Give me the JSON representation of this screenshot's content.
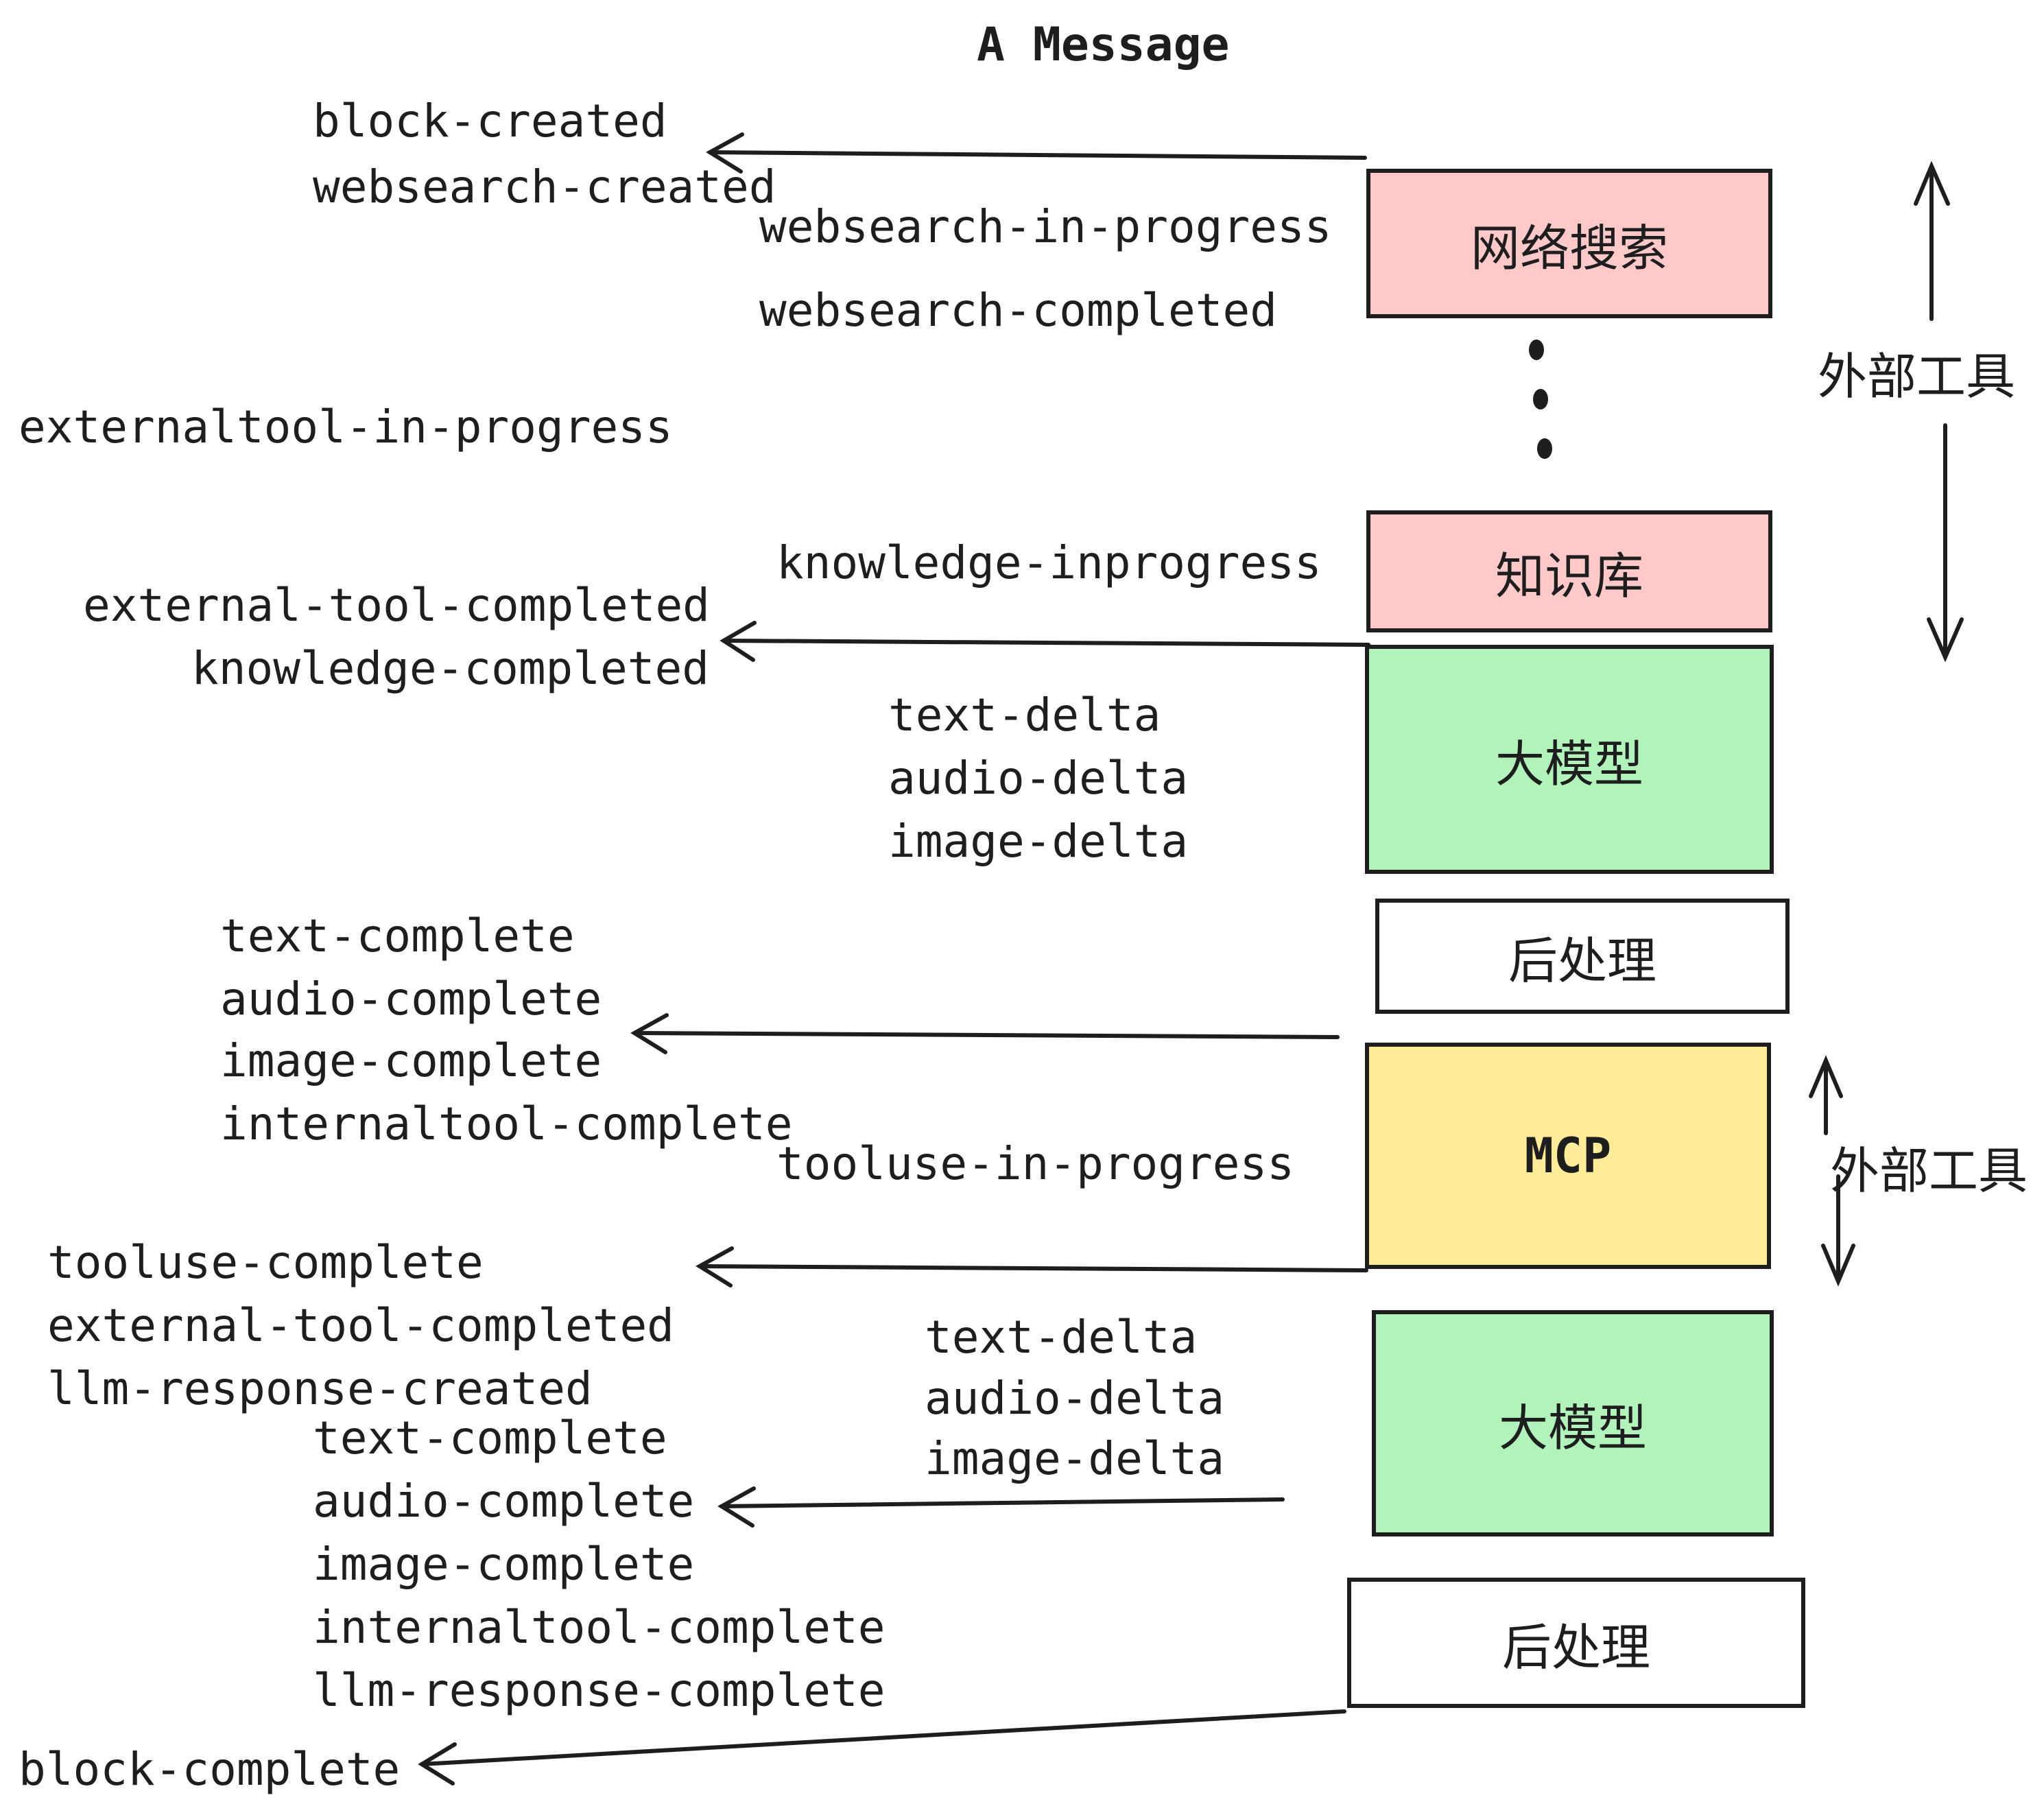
{
  "title": "A Message",
  "events": {
    "block_created": "block-created",
    "websearch_created": "websearch-created",
    "websearch_in_progress": "websearch-in-progress",
    "websearch_completed": "websearch-completed",
    "externaltool_in_progress": "externaltool-in-progress",
    "knowledge_inprogress": "knowledge-inprogress",
    "external_tool_completed_1": "external-tool-completed",
    "knowledge_completed": "knowledge-completed",
    "text_delta_1": "text-delta",
    "audio_delta_1": "audio-delta",
    "image_delta_1": "image-delta",
    "text_complete_1": "text-complete",
    "audio_complete_1": "audio-complete",
    "image_complete_1": "image-complete",
    "internaltool_complete_1": "internaltool-complete",
    "tooluse_in_progress": "tooluse-in-progress",
    "tooluse_complete": "tooluse-complete",
    "external_tool_completed_2": "external-tool-completed",
    "llm_response_created": "llm-response-created",
    "text_delta_2": "text-delta",
    "audio_delta_2": "audio-delta",
    "image_delta_2": "image-delta",
    "text_complete_2": "text-complete",
    "audio_complete_2": "audio-complete",
    "image_complete_2": "image-complete",
    "internaltool_complete_2": "internaltool-complete",
    "llm_response_complete": "llm-response-complete",
    "block_complete": "block-complete"
  },
  "boxes": {
    "websearch": {
      "label": "网络搜索",
      "fill": "#ffc9c9"
    },
    "knowledge": {
      "label": "知识库",
      "fill": "#ffc9c9"
    },
    "llm_1": {
      "label": "大模型",
      "fill": "#b2f2bb"
    },
    "post_1": {
      "label": "后处理",
      "fill": "#ffffff"
    },
    "mcp": {
      "label": "MCP",
      "fill": "#ffec99"
    },
    "llm_2": {
      "label": "大模型",
      "fill": "#b2f2bb"
    },
    "post_2": {
      "label": "后处理",
      "fill": "#ffffff"
    }
  },
  "annotations": {
    "external_tools_1": "外部工具",
    "external_tools_2": "外部工具"
  },
  "colors": {
    "stroke": "#1e1e1e",
    "pink": "#ffc9c9",
    "green": "#b2f2bb",
    "yellow": "#ffec99",
    "background": "#ffffff"
  }
}
